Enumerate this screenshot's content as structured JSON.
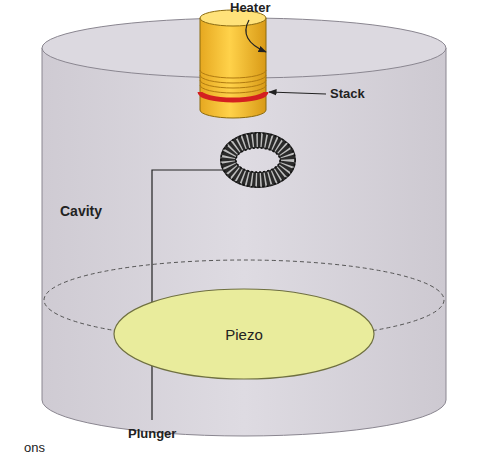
{
  "diagram": {
    "nodes": [
      {
        "text": [
          "Cavity"
        ]
      },
      {
        "text": [
          "Piezo"
        ],
        "in": 0
      }
    ],
    "labels": [
      "Heater",
      "Stack",
      "Plunger",
      "ons"
    ]
  }
}
